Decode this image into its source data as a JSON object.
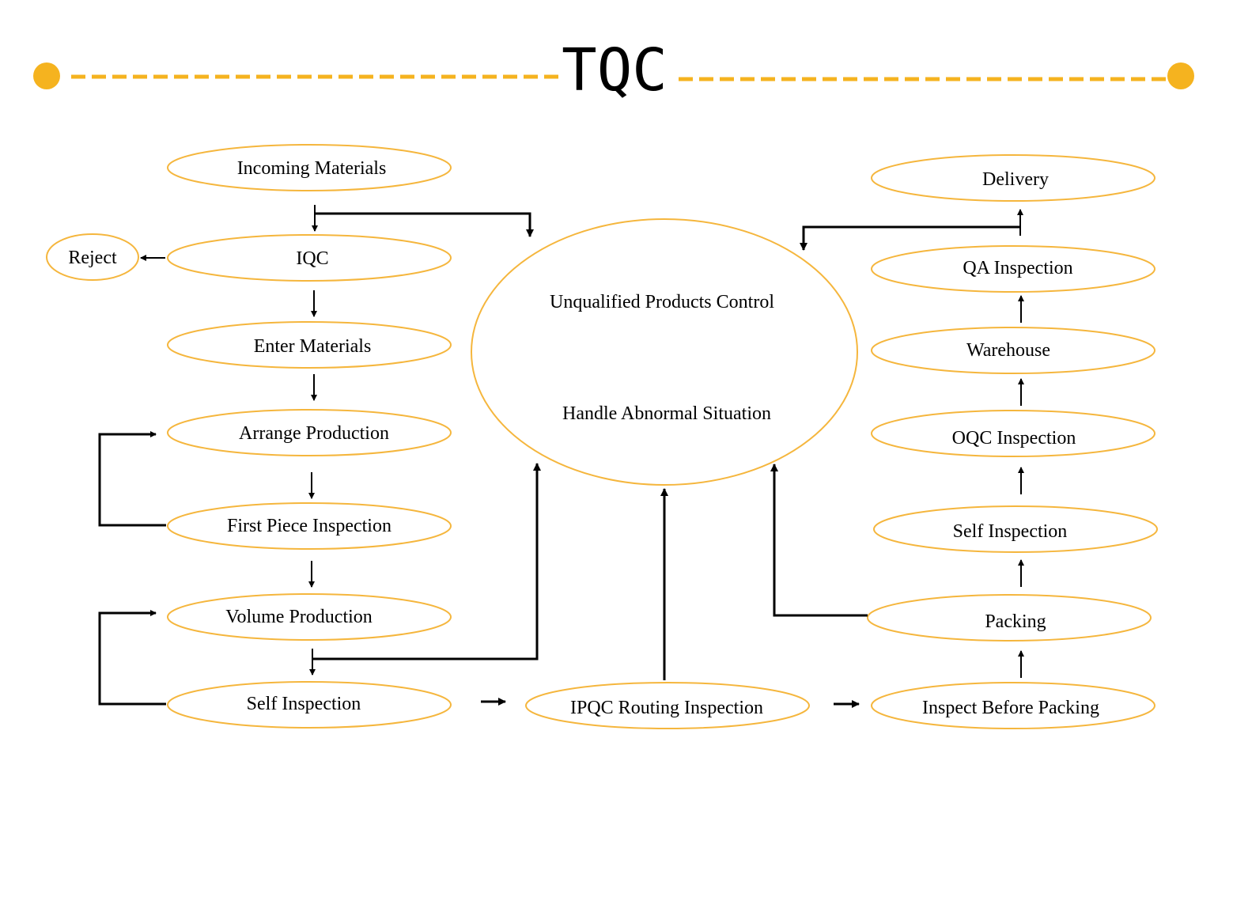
{
  "title": "TQC",
  "colors": {
    "accent": "#f5b31f",
    "node_border": "#f5b63d",
    "arrow": "#000000"
  },
  "nodes": {
    "incoming_materials": "Incoming Materials",
    "iqc": "IQC",
    "reject": "Reject",
    "enter_materials": "Enter Materials",
    "arrange_production": "Arrange Production",
    "first_piece_inspection": "First Piece Inspection",
    "volume_production": "Volume Production",
    "self_inspection_left": "Self Inspection",
    "ipqc_routing_inspection": "IPQC Routing Inspection",
    "inspect_before_packing": "Inspect Before Packing",
    "packing": "Packing",
    "self_inspection_right": "Self Inspection",
    "oqc_inspection": "OQC Inspection",
    "warehouse": "Warehouse",
    "qa_inspection": "QA Inspection",
    "delivery": "Delivery",
    "unqualified_control": "Unqualified Products Control",
    "handle_abnormal": "Handle Abnormal Situation"
  }
}
